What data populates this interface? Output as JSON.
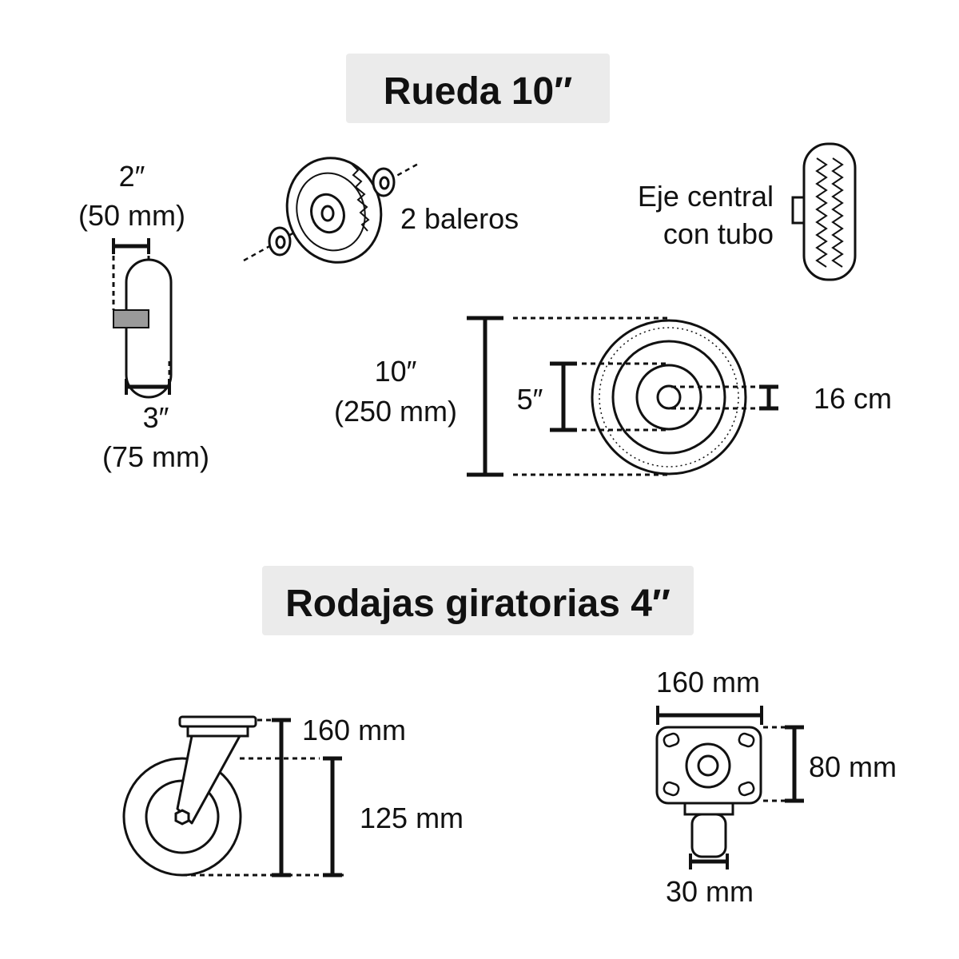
{
  "sections": {
    "wheel": {
      "title": "Rueda 10″",
      "tire_width": {
        "inch": "2″",
        "mm": "(50 mm)"
      },
      "rim_width": {
        "inch": "3″",
        "mm": "(75 mm)"
      },
      "bearings": "2 baleros",
      "axle": {
        "line1": "Eje central",
        "line2": "con tubo"
      },
      "outer_diameter": {
        "inch": "10″",
        "mm": "(250 mm)"
      },
      "hub_diameter": "5″",
      "bore": "16 cm"
    },
    "casters": {
      "title": "Rodajas giratorias 4″",
      "side_height": "160 mm",
      "wheel_height": "125 mm",
      "plate_width": "160 mm",
      "plate_depth": "80 mm",
      "wheel_width": "30 mm"
    }
  },
  "colors": {
    "title_bg": "#ebebeb",
    "ink": "#111111",
    "band": "#9a9a9a"
  }
}
